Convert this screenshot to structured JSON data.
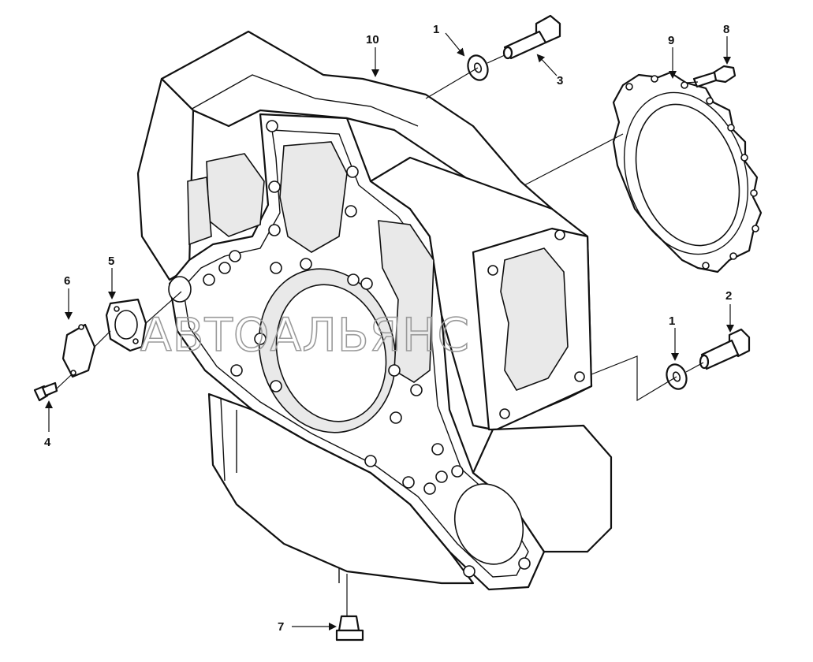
{
  "watermark": "АВТОАЛЬЯНС",
  "callouts": [
    {
      "id": "c1a",
      "label": "1"
    },
    {
      "id": "c1b",
      "label": "1"
    },
    {
      "id": "c2",
      "label": "2"
    },
    {
      "id": "c3",
      "label": "3"
    },
    {
      "id": "c4",
      "label": "4"
    },
    {
      "id": "c5",
      "label": "5"
    },
    {
      "id": "c6",
      "label": "6"
    },
    {
      "id": "c7",
      "label": "7"
    },
    {
      "id": "c8",
      "label": "8"
    },
    {
      "id": "c9",
      "label": "9"
    },
    {
      "id": "c10",
      "label": "10"
    }
  ]
}
